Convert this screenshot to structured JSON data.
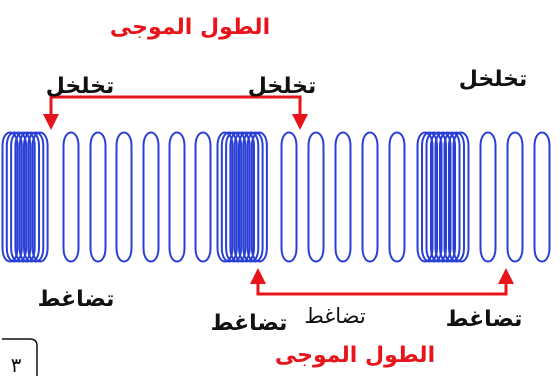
{
  "labels": {
    "wavelength": "الطول الموجى",
    "rarefaction": "تخلخل",
    "compression": "تضاغط",
    "compression_alt": "تضاغط"
  },
  "page_number": "٣",
  "colors": {
    "spring": "#2a3fd6",
    "arrow": "#e8141b",
    "text": "#111111"
  }
}
